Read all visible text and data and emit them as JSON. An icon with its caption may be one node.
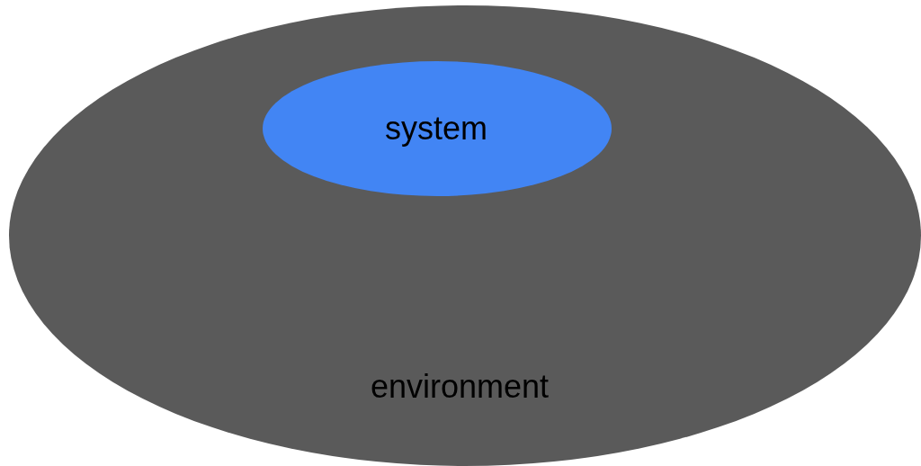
{
  "diagram": {
    "nodes": [
      {
        "text": [
          "environment"
        ]
      },
      {
        "text": [
          "system"
        ],
        "in": 0
      }
    ]
  }
}
